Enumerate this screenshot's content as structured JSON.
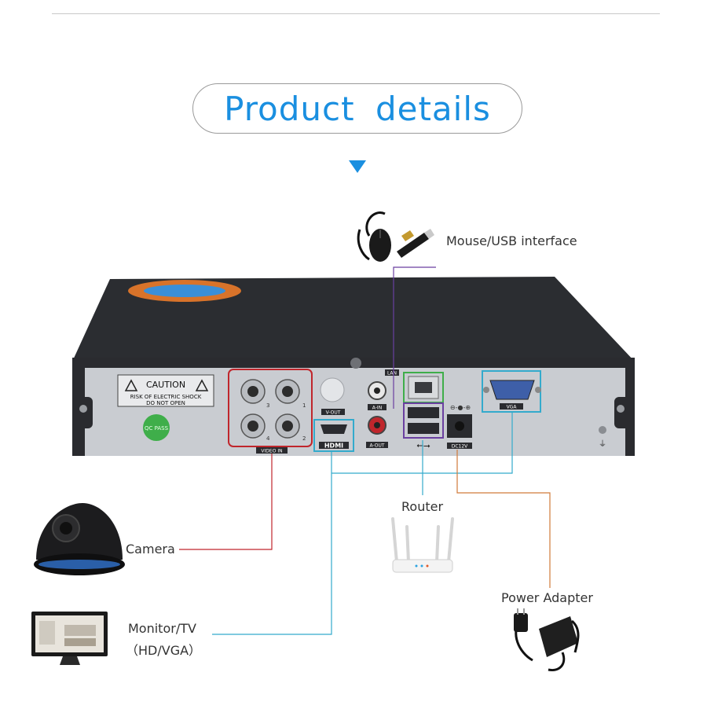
{
  "header": {
    "title": "Product  details"
  },
  "device": {
    "caution_title": "CAUTION",
    "caution_line1": "RISK OF ELECTRIC SHOCK",
    "caution_line2": "DO NOT OPEN",
    "qc_badge": "QC PASS",
    "video_in": "VIDEO IN",
    "v_out": "V-OUT",
    "a_in": "A-IN",
    "a_out": "A-OUT",
    "lan": "LAN",
    "vga": "VGA",
    "dc12v": "DC12V",
    "hdmi": "HDMI",
    "bnc_numbers": [
      "3",
      "1",
      "4",
      "2"
    ]
  },
  "callouts": {
    "mouse_usb": "Mouse/USB  interface",
    "router": "Router",
    "camera": "Camera",
    "monitor_line1": "Monitor/TV",
    "monitor_line2": "（HD/VGA）",
    "power": "Power  Adapter"
  },
  "colors": {
    "accent_blue": "#1a8fe0",
    "line_red": "#c0262c",
    "line_cyan": "#33aacc",
    "line_purple": "#6a3fa0",
    "line_orange": "#d07a3a"
  }
}
